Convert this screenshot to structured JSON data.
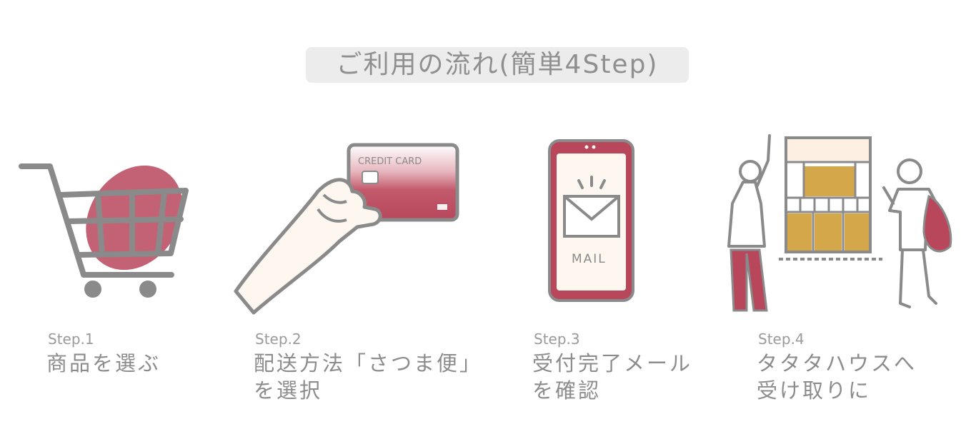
{
  "title": "ご利用の流れ(簡単4Step)",
  "colors": {
    "accent": "#b8475c",
    "gray": "#8f8f8f",
    "gold": "#d4a84a",
    "cream": "#fdf7ef"
  },
  "steps": [
    {
      "num": "Step.1",
      "lines": [
        "商品を選ぶ"
      ],
      "icon": "shopping-cart-icon"
    },
    {
      "num": "Step.2",
      "lines": [
        "配送方法「さつま便」",
        "を選択"
      ],
      "icon": "credit-card-hand-icon",
      "card_label": "CREDIT CARD"
    },
    {
      "num": "Step.3",
      "lines": [
        "受付完了メール",
        "を確認"
      ],
      "icon": "smartphone-mail-icon",
      "mail_label": "MAIL"
    },
    {
      "num": "Step.4",
      "lines": [
        "タタタハウスへ",
        "受け取りに"
      ],
      "icon": "locker-pickup-icon"
    }
  ]
}
